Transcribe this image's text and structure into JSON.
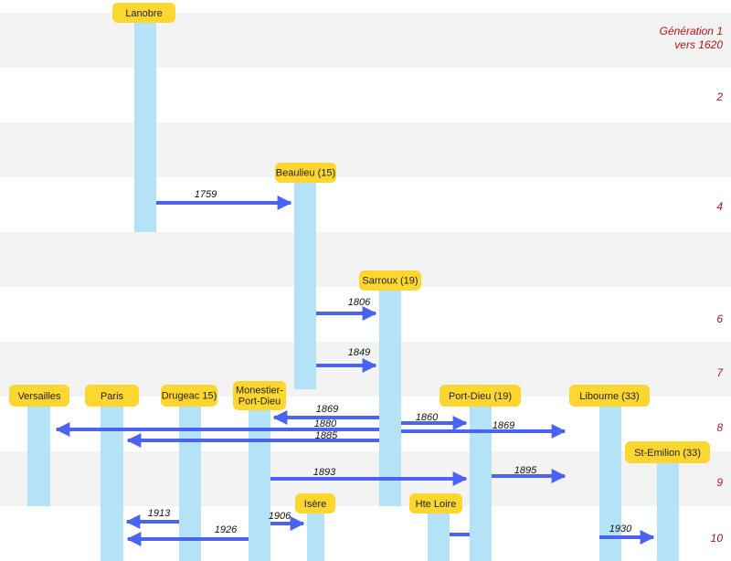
{
  "colors": {
    "band": "#f3f3f3",
    "column": "#b4e3f7",
    "place_box": "#fed630",
    "arrow": "#4a63f0",
    "generation_text": "#b3131b",
    "year_text": "#111111"
  },
  "generations": [
    {
      "row": 1,
      "lines": [
        "Génération 1",
        "vers 1620"
      ]
    },
    {
      "row": 2,
      "lines": [
        "2"
      ]
    },
    {
      "row": 4,
      "lines": [
        "4"
      ]
    },
    {
      "row": 6,
      "lines": [
        "6"
      ]
    },
    {
      "row": 7,
      "lines": [
        "7"
      ]
    },
    {
      "row": 8,
      "lines": [
        "8"
      ]
    },
    {
      "row": 9,
      "lines": [
        "9"
      ]
    },
    {
      "row": 10,
      "lines": [
        "10"
      ]
    }
  ],
  "places": [
    {
      "id": "lanobre",
      "lines": [
        "Lanobre"
      ]
    },
    {
      "id": "beaulieu",
      "lines": [
        "Beaulieu (15)"
      ]
    },
    {
      "id": "sarroux",
      "lines": [
        "Sarroux (19)"
      ]
    },
    {
      "id": "versailles",
      "lines": [
        "Versailles"
      ]
    },
    {
      "id": "paris",
      "lines": [
        "Paris"
      ]
    },
    {
      "id": "drugeac",
      "lines": [
        "Drugeac 15)"
      ]
    },
    {
      "id": "monestier",
      "lines": [
        "Monestier-",
        "Port-Dieu"
      ]
    },
    {
      "id": "portdieu",
      "lines": [
        "Port-Dieu (19)"
      ]
    },
    {
      "id": "libourne",
      "lines": [
        "Libourne (33)"
      ]
    },
    {
      "id": "stemilion",
      "lines": [
        "St-Emilion (33)"
      ]
    },
    {
      "id": "isere",
      "lines": [
        "Isère"
      ]
    },
    {
      "id": "hteloire",
      "lines": [
        "Hte Loire"
      ]
    }
  ],
  "migrations": [
    {
      "year": "1759",
      "from": "lanobre",
      "to": "beaulieu"
    },
    {
      "year": "1806",
      "from": "beaulieu",
      "to": "sarroux"
    },
    {
      "year": "1849",
      "from": "beaulieu",
      "to": "sarroux"
    },
    {
      "year": "1869",
      "from": "sarroux",
      "to": "monestier"
    },
    {
      "year": "1860",
      "from": "sarroux",
      "to": "portdieu"
    },
    {
      "year": "1880",
      "from": "sarroux",
      "to": "versailles"
    },
    {
      "year": "1869",
      "from": "sarroux",
      "to": "libourne"
    },
    {
      "year": "1885",
      "from": "sarroux",
      "to": "paris"
    },
    {
      "year": "1893",
      "from": "monestier",
      "to": "portdieu"
    },
    {
      "year": "1895",
      "from": "portdieu",
      "to": "libourne"
    },
    {
      "year": "1913",
      "from": "drugeac",
      "to": "paris"
    },
    {
      "year": "1906",
      "from": "monestier",
      "to": "isere"
    },
    {
      "year": "1926",
      "from": "monestier",
      "to": "paris"
    },
    {
      "year": "1930",
      "from": "libourne",
      "to": "stemilion"
    },
    {
      "year": "",
      "from": "hteloire",
      "to": "portdieu"
    }
  ]
}
